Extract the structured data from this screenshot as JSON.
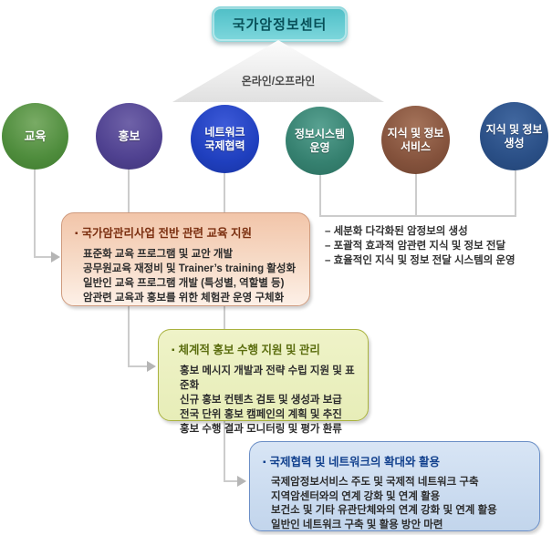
{
  "root": {
    "title": "국가암정보센터",
    "channel": "온라인/오프라인"
  },
  "nodes": [
    {
      "label": "교육",
      "color": "#4e8c3c"
    },
    {
      "label": "홍보",
      "color": "#4f4190"
    },
    {
      "label": "네트워크\n국제협력",
      "color": "#1f3fbe"
    },
    {
      "label": "정보시스템\n운영",
      "color": "#35806f"
    },
    {
      "label": "지식 및 정보\n서비스",
      "color": "#84523c"
    },
    {
      "label": "지식 및 정보\n생성",
      "color": "#2a4f86"
    }
  ],
  "boxes": [
    {
      "bullet": "▪",
      "title": "국가암관리사업 전반 관련 교육 지원",
      "title_color": "#7b2f10",
      "items": [
        "표준화 교육 프로그램 및 교안 개발",
        "공무원교육 재정비 및 Trainer’s training 활성화",
        "일반인 교육 프로그램 개발 (특성별, 역할별 등)",
        "암관련 교육과 홍보를 위한 체험관 운영 구체화"
      ]
    },
    {
      "bullet": "▪",
      "title": "체계적 홍보 수행 지원 및 관리",
      "title_color": "#5c6e10",
      "items": [
        "홍보 메시지 개발과 전략 수립 지원 및 표준화",
        "신규 홍보 컨텐츠 검토 및 생성과 보급",
        "전국 단위 홍보 캠페인의 계획 및 추진",
        "홍보 수행 결과 모니터링 및 평가 환류"
      ]
    },
    {
      "bullet": "▪",
      "title": "국제협력 및 네트워크의 확대와 활용",
      "title_color": "#12418e",
      "items": [
        "국제암정보서비스 주도 및 국제적 네트워크 구축",
        "지역암센터와의 연계 강화 및 연계 활용",
        "보건소 및 기타 유관단체와의 연계 강화 및 연계 활용",
        "일반인 네트워크 구축 및 활용 방안 마련"
      ]
    }
  ],
  "outcomes": {
    "items": [
      "– 세분화 다각화된 암정보의 생성",
      "– 포괄적 효과적 암관련 지식 및 정보 전달",
      "– 효율적인 지식 및 정보 전달 시스템의 운영"
    ]
  },
  "colors": {
    "root_fill": "#5dc7ce",
    "root_text": "#074f58",
    "connector_line": "#cccccc",
    "arrowhead": "#b5b5b5",
    "funnel_fill": "#ececec",
    "panel1_fill": "#f5d3bc",
    "panel2_fill": "#ebf0c0",
    "panel3_fill": "#cddef1"
  }
}
